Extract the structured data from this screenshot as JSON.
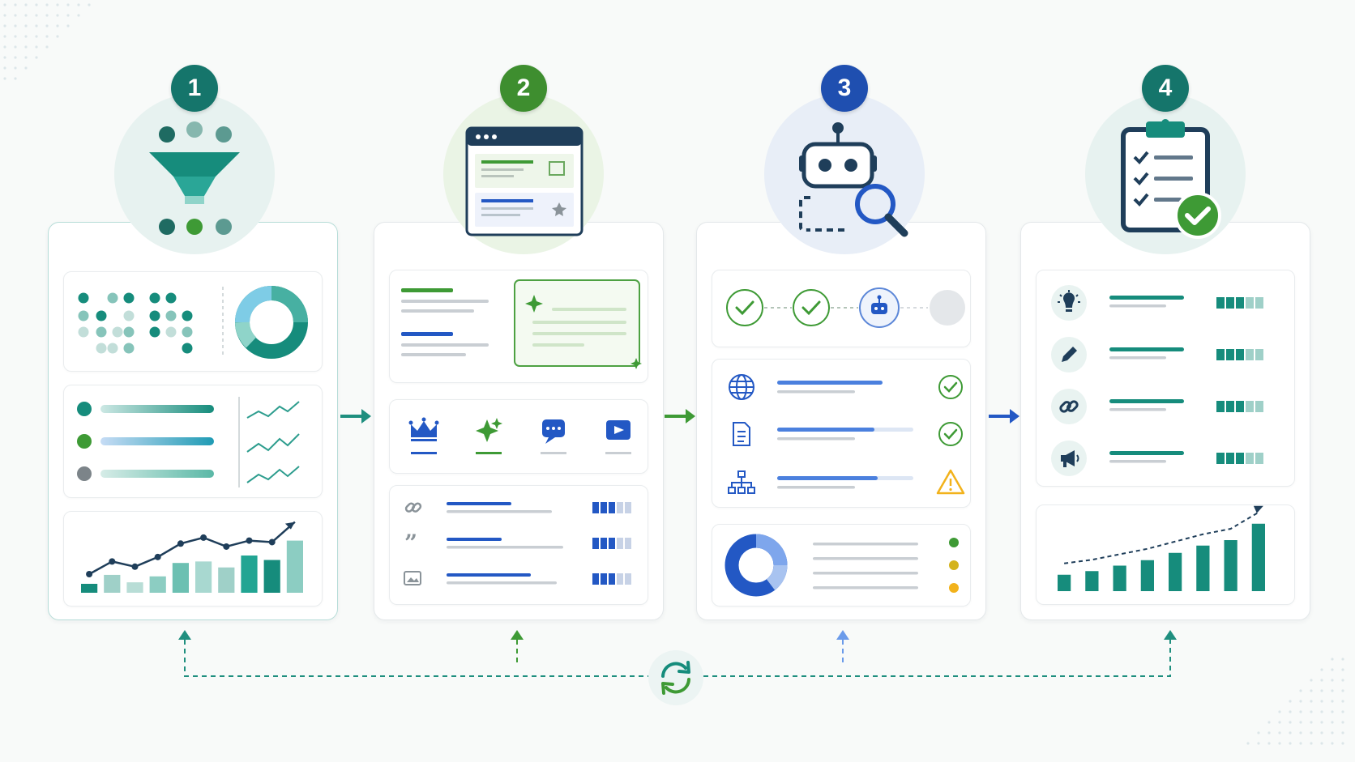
{
  "steps": [
    {
      "number": "1",
      "color": "#15756b",
      "halo": "#e7f2f0"
    },
    {
      "number": "2",
      "color": "#3e8e2f",
      "halo": "#eaf4e5"
    },
    {
      "number": "3",
      "color": "#1f4fb0",
      "halo": "#e8eef7"
    },
    {
      "number": "4",
      "color": "#15756b",
      "halo": "#e7f2f0"
    }
  ],
  "colors": {
    "teal": "#168c7c",
    "green": "#3e9a35",
    "blue": "#2358c4",
    "navy": "#1f3e5a",
    "amber": "#f2b21b",
    "gray": "#c9ced3"
  },
  "icons": {
    "step1": "funnel-icon",
    "step2": "browser-window-icon",
    "step3": "robot-search-icon",
    "step4": "clipboard-checklist-icon",
    "loop": "refresh-cycle-icon"
  },
  "chart_data": [
    {
      "type": "bar",
      "values": [
        12,
        24,
        14,
        22,
        40,
        42,
        34,
        50,
        44,
        70
      ],
      "line_values": [
        25,
        42,
        35,
        48,
        66,
        74,
        62,
        70,
        68,
        95
      ]
    },
    {
      "type": "bar",
      "values": [
        18,
        22,
        28,
        34,
        42,
        50,
        56,
        74
      ]
    }
  ]
}
